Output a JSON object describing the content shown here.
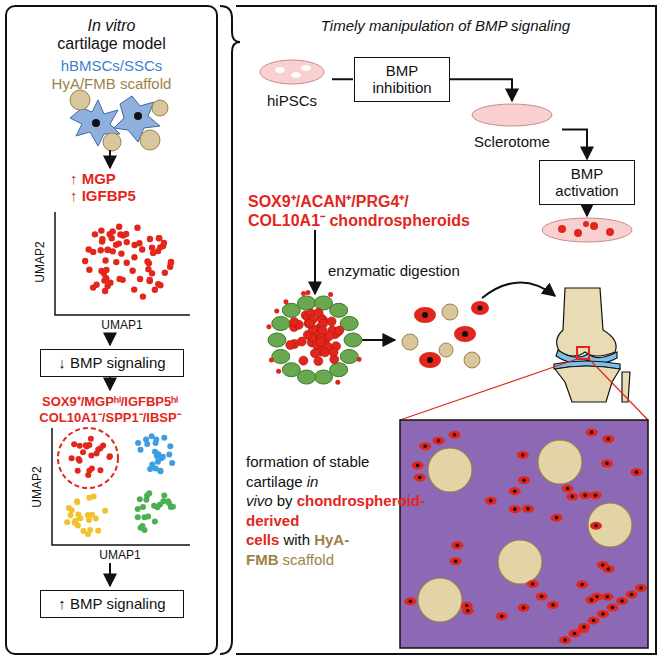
{
  "diagram": {
    "nodes": [
      {
        "text": [
          "In vitro",
          "cartilage model",
          "hBMSCs/SSCs",
          "HyA/FMB scaffold"
        ]
      },
      {
        "text": [
          "↓ BMP signaling"
        ],
        "in": 0
      },
      {
        "text": [
          "↑ BMP signaling"
        ],
        "in": 0
      },
      {
        "text": [
          "Timely manipulation of BMP signaling"
        ]
      },
      {
        "text": [
          "hiPSCs"
        ],
        "in": 3
      },
      {
        "text": [
          "BMP inhibition"
        ],
        "in": 3
      },
      {
        "text": [
          "Sclerotome"
        ],
        "in": 3
      },
      {
        "text": [
          "BMP activation"
        ],
        "in": 3
      }
    ],
    "edges": [
      {
        "from": 4,
        "to": 5,
        "arrow": "none"
      },
      {
        "from": 5,
        "to": 6,
        "arrow": "to"
      },
      {
        "from": 6,
        "to": 7,
        "arrow": "to"
      }
    ],
    "labels": [
      "↑ MGP",
      "↑ IGFBP5",
      "UMAP2",
      "UMAP1",
      "SOX9⁺/MGPʰⁱ/IGFBP5ʰⁱ",
      "COL10A1⁻/SPP1⁻/IBSP⁻",
      "UMAP2",
      "UMAP1",
      "SOX9⁺/ACAN⁺/PRG4⁺/",
      "COL10A1⁻ chondrospheroids",
      "enzymatic digestion",
      "formation of stable cartilage",
      "in vivo",
      "by",
      "chondrospheroid-derived cells",
      "with",
      "HyA-FMB",
      "scaffold"
    ]
  }
}
